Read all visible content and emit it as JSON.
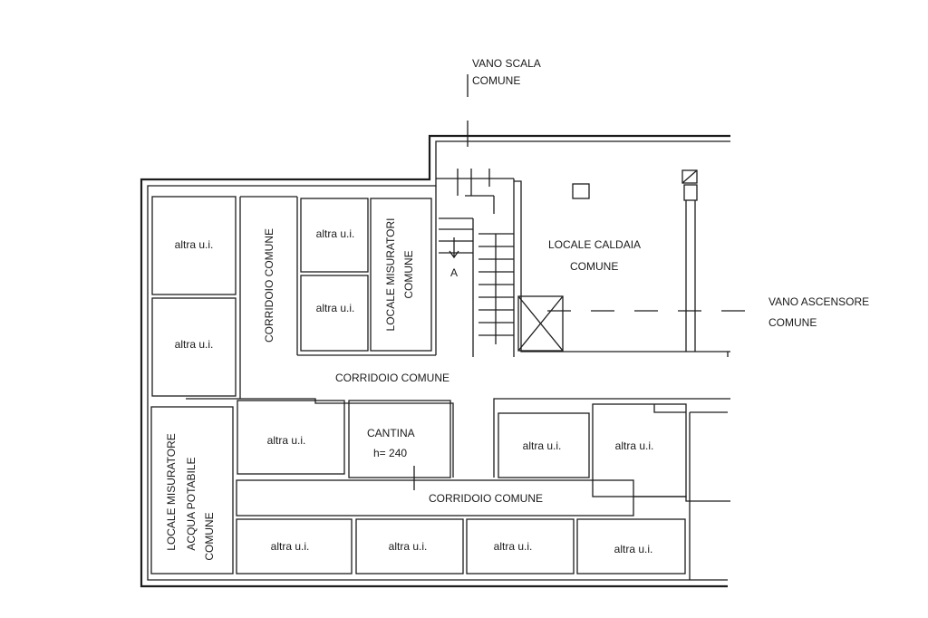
{
  "labels": {
    "vano_scala_1": "VANO SCALA",
    "vano_scala_2": "COMUNE",
    "vano_ascensore_1": "VANO ASCENSORE",
    "vano_ascensore_2": "COMUNE",
    "locale_caldaia_1": "LOCALE CALDAIA",
    "locale_caldaia_2": "COMUNE",
    "corridoio_vertical": "CORRIDOIO COMUNE",
    "corridoio_middle": "CORRIDOIO COMUNE",
    "corridoio_bottom": "CORRIDOIO COMUNE",
    "locale_misuratori_1": "LOCALE MISURATORI",
    "locale_misuratori_2": "COMUNE",
    "locale_acqua_1": "LOCALE MISURATORE",
    "locale_acqua_2": "ACQUA POTABILE",
    "locale_acqua_3": "COMUNE",
    "cantina": "CANTINA",
    "cantina_h": "h= 240",
    "stair_mark": "A",
    "altra_ui": "altra u.i."
  }
}
